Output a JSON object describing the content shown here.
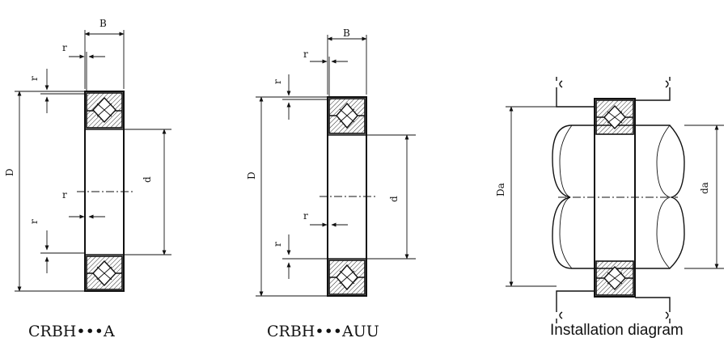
{
  "figures": [
    {
      "id": "crbh-a",
      "caption": "CRBH•••A",
      "labels": {
        "B": "B",
        "D": "D",
        "d": "d",
        "r": "r"
      }
    },
    {
      "id": "crbh-auu",
      "caption": "CRBH•••AUU",
      "labels": {
        "B": "B",
        "D": "D",
        "d": "d",
        "r": "r"
      }
    },
    {
      "id": "installation",
      "caption": "Installation diagram",
      "labels": {
        "Da": "Da",
        "da": "da"
      }
    }
  ]
}
